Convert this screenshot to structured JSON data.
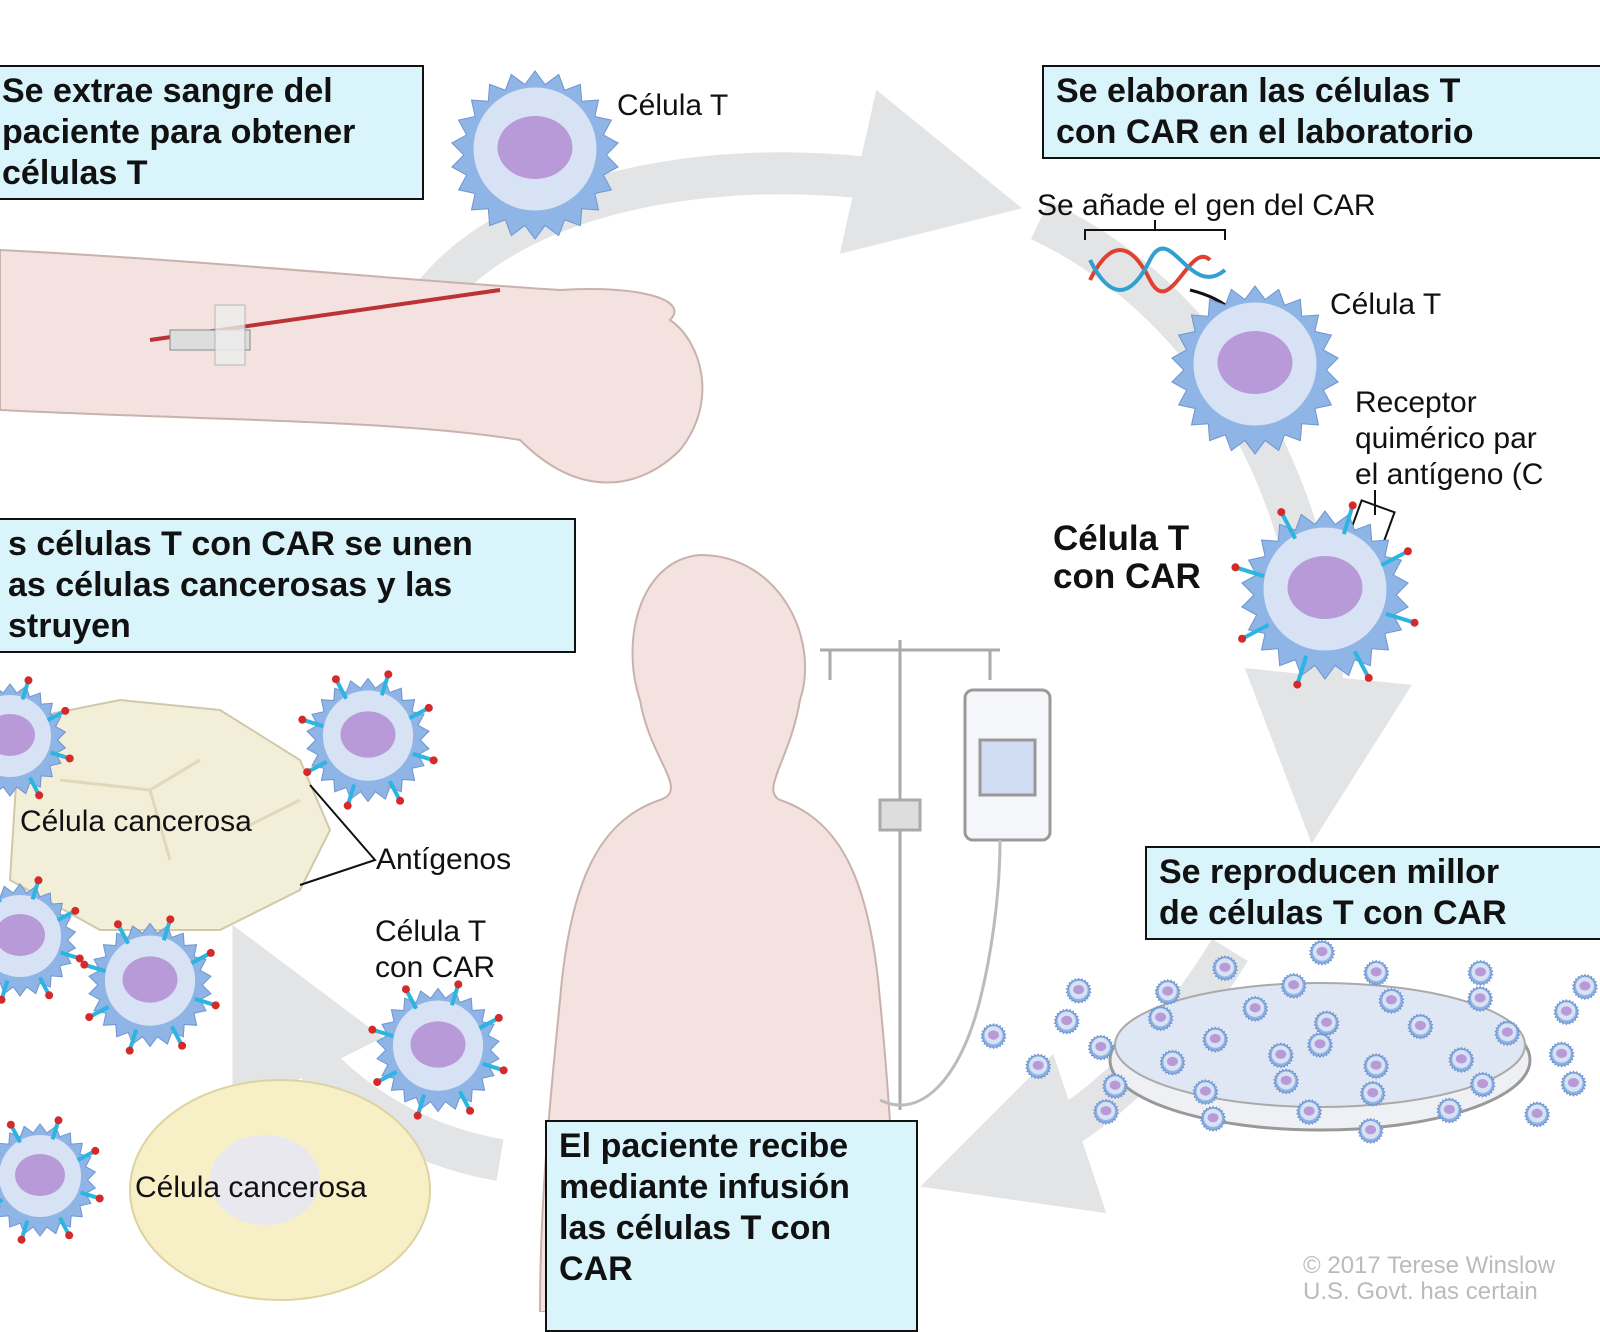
{
  "steps": {
    "step1": "Se extrae sangre del\npaciente para obtener\ncélulas T",
    "step2": "Se elaboran las células T\ncon CAR en el laboratorio",
    "step3": "Se reproducen millor\nde células T con CAR",
    "step4": "El paciente recibe\nmediante infusión\nlas células T con\nCAR",
    "step5": "s células T con CAR se unen\nas células cancerosas y las\nstruyen"
  },
  "labels": {
    "t_cell_top": "Célula T",
    "add_gene": "Se añade el gen del CAR",
    "t_cell_lab": "Célula T",
    "receptor": "Receptor\nquimérico par\nel antígeno (C",
    "car_t_cell_bold": "Célula T\ncon CAR",
    "cancer_cell_1": "Célula cancerosa",
    "antigens": "Antígenos",
    "car_t_cell": "Célula T\ncon CAR",
    "cancer_cell_2": "Célula cancerosa"
  },
  "copyright": "© 2017 Terese Winslow\nU.S. Govt. has certain",
  "colors": {
    "box_bg": "#d9f4fb",
    "cell_blue": "#8fb4e6",
    "nucleus": "#b89ad8",
    "arrow": "#e3e4e6",
    "skin": "#f3e2df"
  }
}
